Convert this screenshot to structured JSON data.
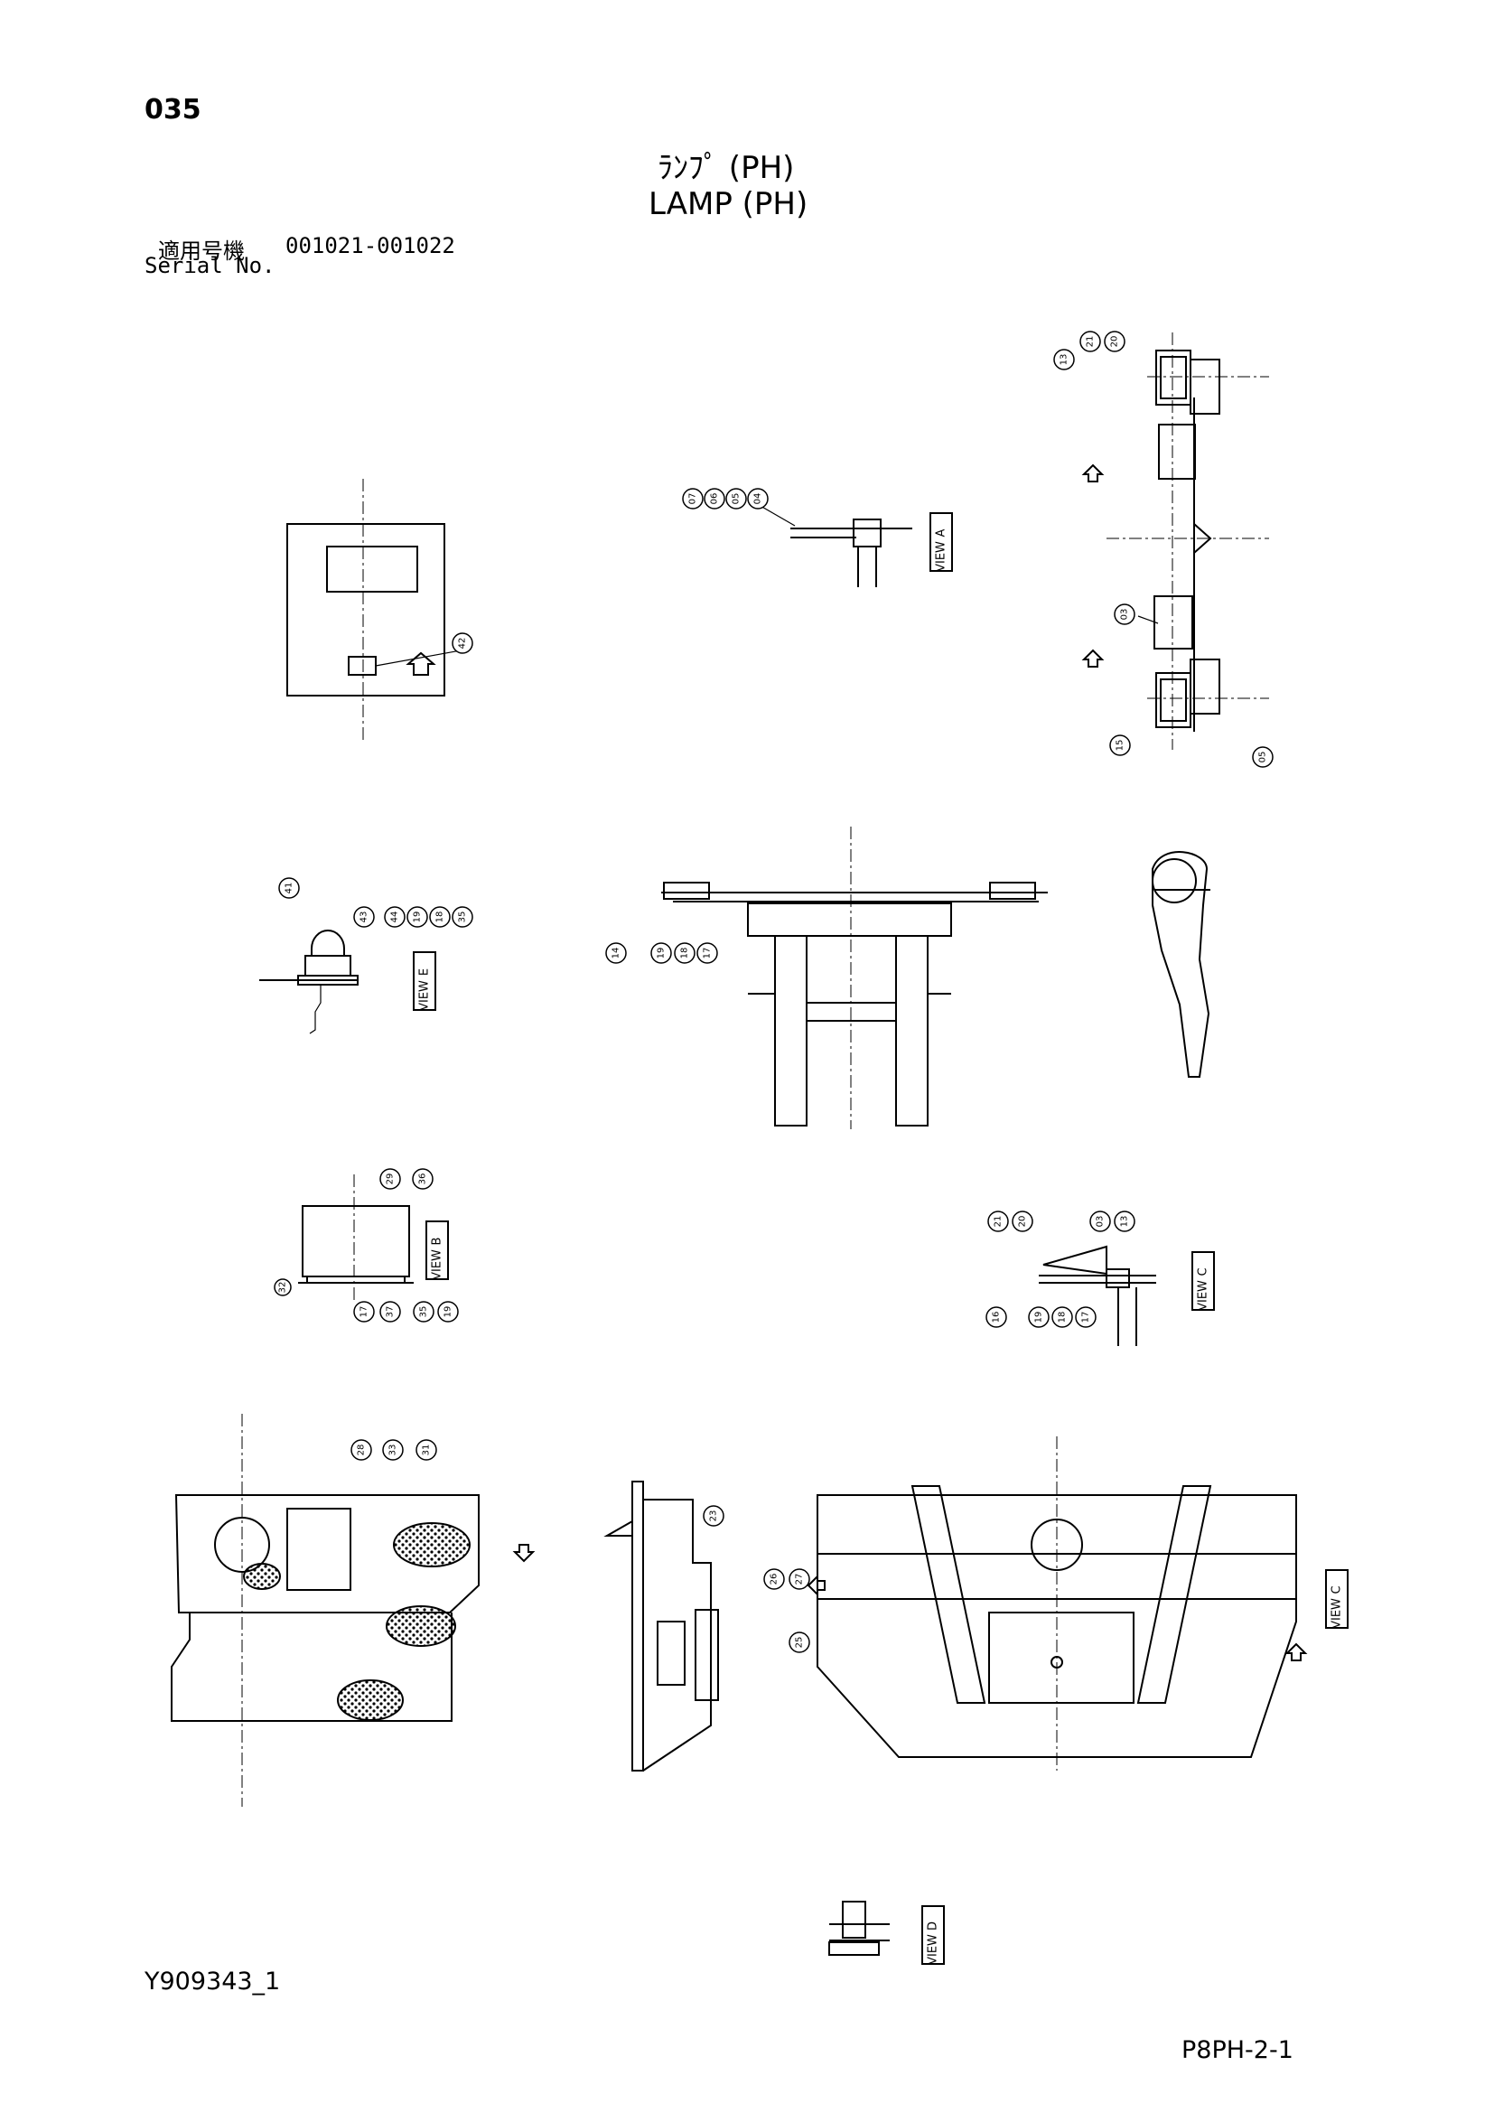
{
  "header": {
    "page_number": "035",
    "title_jp": "ﾗﾝﾌﾟ (PH)",
    "title_en": "LAMP (PH)",
    "serial_label_jp": "適用号機",
    "serial_range": "001021-001022",
    "serial_label_en": "Serial No."
  },
  "footer": {
    "doc_code": "Y909343_1",
    "sheet_code": "P8PH-2-1"
  },
  "views": {
    "a": "A",
    "b": "B",
    "c": "C",
    "d": "D",
    "e": "E",
    "view_word": "VIEW"
  },
  "callouts": {
    "top_right": [
      "13",
      "21",
      "20",
      "03",
      "15",
      "05"
    ],
    "view_a": [
      "07",
      "06",
      "05",
      "04"
    ],
    "cab_panel": [
      "42"
    ],
    "view_e": [
      "41",
      "43",
      "44",
      "19",
      "18",
      "35"
    ],
    "front_frame": [
      "14",
      "19",
      "18",
      "17"
    ],
    "view_b": [
      "29",
      "36",
      "32",
      "17",
      "37",
      "35",
      "19"
    ],
    "view_c": [
      "21",
      "20",
      "03",
      "13",
      "16",
      "19",
      "18",
      "17"
    ],
    "battery": [
      "28",
      "33",
      "31"
    ],
    "side_panel": [
      "23"
    ],
    "bottom_frame": [
      "26",
      "27",
      "25"
    ]
  }
}
